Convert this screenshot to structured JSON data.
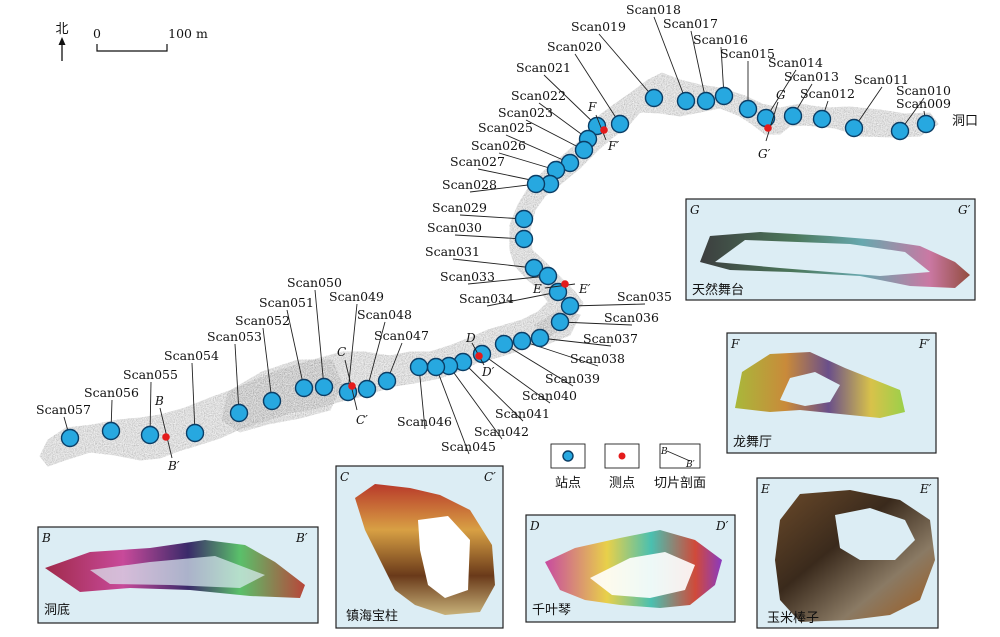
{
  "north": {
    "label": "北"
  },
  "scale": {
    "zero": "0",
    "end": "100 m"
  },
  "cave": {
    "entrance_label": "洞口"
  },
  "stations": [
    {
      "name": "Scan009"
    },
    {
      "name": "Scan010"
    },
    {
      "name": "Scan011"
    },
    {
      "name": "Scan012"
    },
    {
      "name": "Scan013"
    },
    {
      "name": "Scan014"
    },
    {
      "name": "Scan015"
    },
    {
      "name": "Scan016"
    },
    {
      "name": "Scan017"
    },
    {
      "name": "Scan018"
    },
    {
      "name": "Scan019"
    },
    {
      "name": "Scan020"
    },
    {
      "name": "Scan021"
    },
    {
      "name": "Scan022"
    },
    {
      "name": "Scan023"
    },
    {
      "name": "Scan025"
    },
    {
      "name": "Scan026"
    },
    {
      "name": "Scan027"
    },
    {
      "name": "Scan028"
    },
    {
      "name": "Scan029"
    },
    {
      "name": "Scan030"
    },
    {
      "name": "Scan031"
    },
    {
      "name": "Scan033"
    },
    {
      "name": "Scan034"
    },
    {
      "name": "Scan035"
    },
    {
      "name": "Scan036"
    },
    {
      "name": "Scan037"
    },
    {
      "name": "Scan038"
    },
    {
      "name": "Scan039"
    },
    {
      "name": "Scan040"
    },
    {
      "name": "Scan041"
    },
    {
      "name": "Scan042"
    },
    {
      "name": "Scan045"
    },
    {
      "name": "Scan046"
    },
    {
      "name": "Scan047"
    },
    {
      "name": "Scan048"
    },
    {
      "name": "Scan049"
    },
    {
      "name": "Scan050"
    },
    {
      "name": "Scan051"
    },
    {
      "name": "Scan052"
    },
    {
      "name": "Scan053"
    },
    {
      "name": "Scan054"
    },
    {
      "name": "Scan055"
    },
    {
      "name": "Scan056"
    },
    {
      "name": "Scan057"
    }
  ],
  "sections": [
    {
      "id": "B",
      "start": "B",
      "end": "B′"
    },
    {
      "id": "C",
      "start": "C",
      "end": "C′"
    },
    {
      "id": "D",
      "start": "D",
      "end": "D′"
    },
    {
      "id": "E",
      "start": "E",
      "end": "E′"
    },
    {
      "id": "F",
      "start": "F",
      "end": "F′"
    },
    {
      "id": "G",
      "start": "G",
      "end": "G′"
    }
  ],
  "legend": {
    "station": "站点",
    "measure_point": "测点",
    "section": "切片剖面",
    "section_start": "B",
    "section_end": "B′"
  },
  "panels": {
    "G": {
      "start": "G",
      "end": "G′",
      "title": "天然舞台"
    },
    "F": {
      "start": "F",
      "end": "F′",
      "title": "龙舞厅"
    },
    "E": {
      "start": "E",
      "end": "E′",
      "title": "玉米棒子"
    },
    "B": {
      "start": "B",
      "end": "B′",
      "title": "洞底"
    },
    "C": {
      "start": "C",
      "end": "C′",
      "title": "镇海宝柱"
    },
    "D": {
      "start": "D",
      "end": "D′",
      "title": "千叶琴"
    }
  },
  "colors": {
    "station_fill": "#27a8e0",
    "station_stroke": "#0b3e66",
    "measure_point": "#e41b1b",
    "panel_bg": "#dcedf4",
    "cave_gray": "#9a9a9a"
  }
}
